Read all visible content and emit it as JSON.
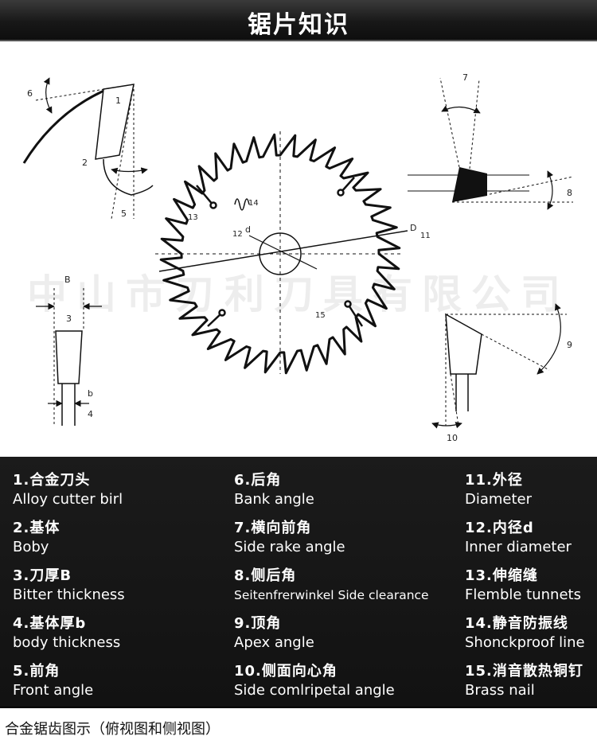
{
  "header": {
    "title": "锯片知识"
  },
  "watermark": "中山市刃利刀具有限公司",
  "diagram": {
    "labels": {
      "n1": "1",
      "n2": "2",
      "n3": "3",
      "n4": "4",
      "n5": "5",
      "n6": "6",
      "n7": "7",
      "n8": "8",
      "n9": "9",
      "n10": "10",
      "n11": "11",
      "n12": "12",
      "n13": "13",
      "n14": "14",
      "n15": "15",
      "d": "d",
      "D": "D",
      "B": "B",
      "b": "b"
    }
  },
  "legend": [
    {
      "cn": "1.合金刀头",
      "en": "Alloy cutter birl"
    },
    {
      "cn": "2.基体",
      "en": "Boby"
    },
    {
      "cn": "3.刀厚B",
      "en": "Bitter thickness"
    },
    {
      "cn": "4.基体厚b",
      "en": "body thickness"
    },
    {
      "cn": "5.前角",
      "en": "Front angle"
    },
    {
      "cn": "6.后角",
      "en": "Bank angle"
    },
    {
      "cn": "7.横向前角",
      "en": "Side rake angle"
    },
    {
      "cn": "8.侧后角",
      "en": "Seitenfrerwinkel Side clearance"
    },
    {
      "cn": "9.顶角",
      "en": "Apex angle"
    },
    {
      "cn": "10.侧面向心角",
      "en": "Side comlripetal angle"
    },
    {
      "cn": "11.外径",
      "en": "Diameter"
    },
    {
      "cn": "12.内径d",
      "en": "Inner diameter"
    },
    {
      "cn": "13.伸缩缝",
      "en": "Flemble tunnets"
    },
    {
      "cn": "14.静音防振线",
      "en": "Shonckproof line"
    },
    {
      "cn": "15.消音散热铜钉",
      "en": "Brass nail"
    }
  ],
  "footer": {
    "caption": "合金锯齿图示（俯视图和侧视图）"
  }
}
